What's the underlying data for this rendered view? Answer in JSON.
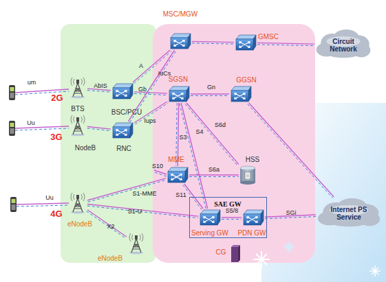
{
  "diagram": {
    "nodes": [
      {
        "text": [
          "MSC/MGW"
        ]
      },
      {
        "text": [
          "GMSC"
        ]
      },
      {
        "text": [
          "Circuit Network"
        ]
      },
      {
        "text": [
          "BTS"
        ]
      },
      {
        "text": [
          "BSC/PCU"
        ]
      },
      {
        "text": [
          "SGSN"
        ]
      },
      {
        "text": [
          "GGSN"
        ]
      },
      {
        "text": [
          "NodeB"
        ]
      },
      {
        "text": [
          "RNC"
        ]
      },
      {
        "text": [
          "MME"
        ]
      },
      {
        "text": [
          "HSS"
        ]
      },
      {
        "text": [
          "eNodeB"
        ]
      },
      {
        "text": [
          "SAE GW"
        ]
      },
      {
        "text": [
          "Serving GW"
        ],
        "in": 12
      },
      {
        "text": [
          "PDN GW"
        ],
        "in": 12
      },
      {
        "text": [
          "Internet PS Service"
        ]
      },
      {
        "text": [
          "eNodeB"
        ]
      },
      {
        "text": [
          "CG"
        ]
      }
    ],
    "edges": [
      {
        "from": 0,
        "to": 1,
        "arrow": "none"
      },
      {
        "from": 1,
        "to": 2,
        "arrow": "none"
      },
      {
        "from": 3,
        "to": 4,
        "label": "AbIS",
        "arrow": "none"
      },
      {
        "from": 4,
        "to": 0,
        "label": "A",
        "arrow": "none"
      },
      {
        "from": 4,
        "to": 5,
        "label": "Gb",
        "arrow": "none"
      },
      {
        "from": 8,
        "to": 0,
        "label": "IuCs",
        "arrow": "none"
      },
      {
        "from": 8,
        "to": 5,
        "label": "Iups",
        "arrow": "none"
      },
      {
        "from": 7,
        "to": 8,
        "arrow": "none"
      },
      {
        "from": 5,
        "to": 6,
        "label": "Gn",
        "arrow": "none"
      },
      {
        "from": 6,
        "to": 15,
        "arrow": "none"
      },
      {
        "from": 5,
        "to": 9,
        "label": "S3",
        "arrow": "none"
      },
      {
        "from": 5,
        "to": 13,
        "label": "S4",
        "arrow": "none"
      },
      {
        "from": 5,
        "to": 10,
        "label": "S6d",
        "arrow": "none"
      },
      {
        "from": 9,
        "to": 10,
        "label": "S6a",
        "arrow": "none"
      },
      {
        "from": 9,
        "to": 13,
        "label": "S11",
        "arrow": "none"
      },
      {
        "from": 11,
        "to": 9,
        "label": "S1-MME",
        "arrow": "none"
      },
      {
        "from": 11,
        "to": 13,
        "label": "S1-U",
        "arrow": "none"
      },
      {
        "from": 11,
        "to": 16,
        "label": "X2",
        "arrow": "none"
      },
      {
        "from": 13,
        "to": 14,
        "label": "S5/8",
        "arrow": "none"
      },
      {
        "from": 14,
        "to": 15,
        "label": "SGi",
        "arrow": "none"
      }
    ],
    "labels": [
      "um",
      "Uu",
      "Uu",
      "2G",
      "3G",
      "4G",
      "S10"
    ]
  }
}
